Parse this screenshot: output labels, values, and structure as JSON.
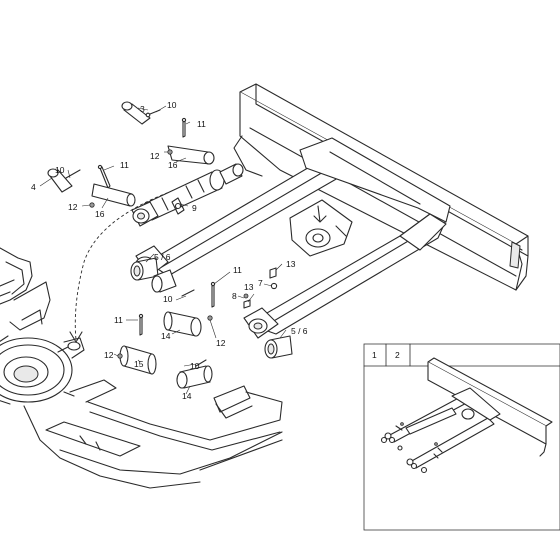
{
  "labels": {
    "p3": "3",
    "p10a": "10",
    "p11a": "11",
    "p12a": "12",
    "p16a": "16",
    "p4": "4",
    "p10b": "10",
    "p11b": "11",
    "p12b": "12",
    "p16b": "16",
    "p9": "9",
    "p56a": "5 / 6",
    "p11c": "11",
    "p10c": "10",
    "p8": "8",
    "p13a": "13",
    "p7": "7",
    "p13b": "13",
    "p14a": "14",
    "p12c": "12",
    "p56b": "5 / 6",
    "p11d": "11",
    "p12d": "12",
    "p15": "15",
    "p10d": "10",
    "p14b": "14"
  },
  "inset": {
    "tab_1": "1",
    "tab_2": "2"
  }
}
